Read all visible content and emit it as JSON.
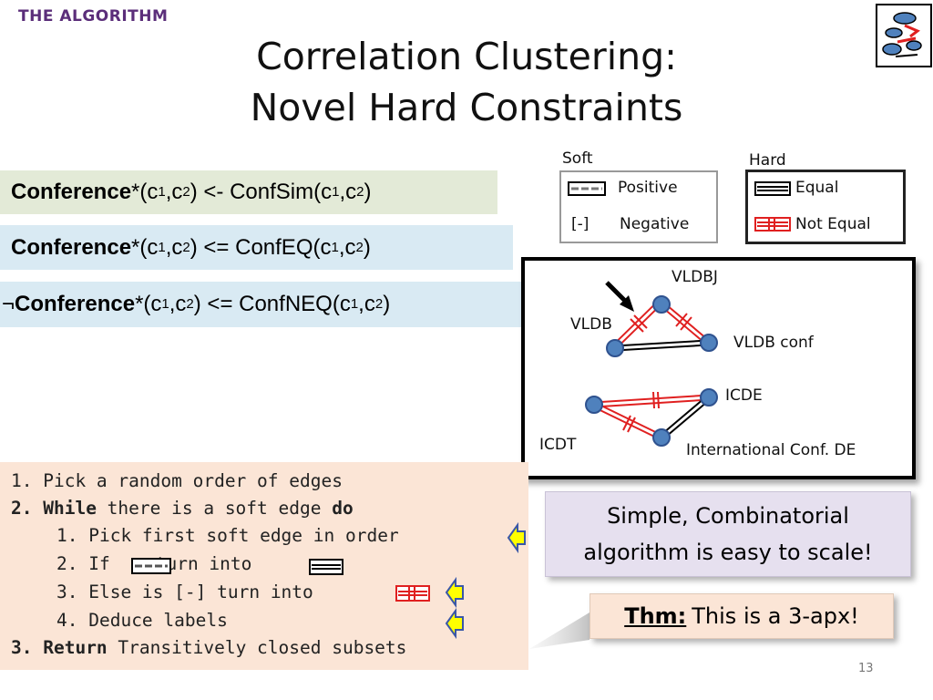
{
  "slide": {
    "section_tag": "THE ALGORITHM",
    "title_line1": "Correlation Clustering:",
    "title_line2": "Novel Hard Constraints",
    "page_number": "13"
  },
  "rules": [
    {
      "prefix": "",
      "name": "Conference",
      "star": "*",
      "open": "(c",
      "sub1": "1",
      "comma": ",c",
      "sub2": "2",
      "mid": ") <- ConfSim(c",
      "sub3": "1",
      "comma2": ",c",
      "sub4": "2",
      "close": ")"
    },
    {
      "prefix": "",
      "name": "Conference",
      "star": "*",
      "open": "(c",
      "sub1": "1",
      "comma": ",c",
      "sub2": "2",
      "mid": ") <= ConfEQ(c",
      "sub3": "1",
      "comma2": ",c",
      "sub4": "2",
      "close": ")"
    },
    {
      "prefix": "¬",
      "name": "Conference",
      "star": "*",
      "open": "(c",
      "sub1": "1",
      "comma": ",c",
      "sub2": "2",
      "mid": ") <= ConfNEQ(c",
      "sub3": "1",
      "comma2": ",c",
      "sub4": "2",
      "close": ")"
    }
  ],
  "legend": {
    "soft_title": "Soft",
    "hard_title": "Hard",
    "positive": "Positive",
    "negative_symbol": "[-]",
    "negative": "Negative",
    "equal": "Equal",
    "not_equal": "Not Equal"
  },
  "graph": {
    "nodes": {
      "vldbj": "VLDBJ",
      "vldb": "VLDB",
      "vldb_conf": "VLDB conf",
      "icde": "ICDE",
      "icdt": "ICDT",
      "intl_conf_de": "International Conf. DE"
    },
    "colors": {
      "node": "#4f81bd",
      "not_equal": "#e02020",
      "equal": "#000000"
    }
  },
  "algorithm": {
    "l1_num": "1.",
    "l1_text": "Pick a random order of edges",
    "l2_num": "2.",
    "l2_kw1": "While",
    "l2_text": " there is a soft edge ",
    "l2_kw2": "do",
    "l2a_num": "1.",
    "l2a_text": "Pick first soft edge in order",
    "l2b_num": "2.",
    "l2b_if": "If",
    "l2b_turn": "turn into",
    "l2c_num": "3.",
    "l2c_text": "Else is [-] turn into",
    "l2d_num": "4.",
    "l2d_text": "Deduce labels",
    "l3_num": "3.",
    "l3_kw": "Return",
    "l3_text": " Transitively closed subsets"
  },
  "callouts": {
    "simple_line1": "Simple, Combinatorial",
    "simple_line2": "algorithm is easy to scale!",
    "thm_label": "Thm:",
    "thm_text": "This is a 3-apx!"
  },
  "colors": {
    "section_tag": "#5b2e7a",
    "rule1_bg": "#e3ead7",
    "rule_bg": "#d9eaf3",
    "algo_bg": "#fbe5d6",
    "callout_purple": "#e6e0ef",
    "arrow_yellow": "#ffff00",
    "arrow_outline": "#3a57a8"
  }
}
